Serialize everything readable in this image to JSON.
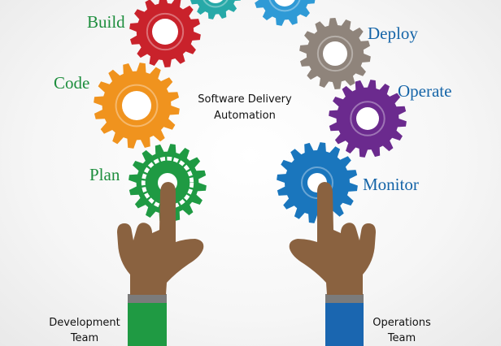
{
  "center_title_line1": "Software Delivery",
  "center_title_line2": "Automation",
  "stages": {
    "build": {
      "label": "Build",
      "color": "#c9222b",
      "icon": "build-gear-icon"
    },
    "code": {
      "label": "Code",
      "color": "#f0931e",
      "icon": "code-gear-icon"
    },
    "plan": {
      "label": "Plan",
      "color": "#1f9a43",
      "icon": "plan-gear-icon"
    },
    "deploy": {
      "label": "Deploy",
      "color": "#8f847b",
      "icon": "deploy-gear-icon"
    },
    "operate": {
      "label": "Operate",
      "color": "#6b2a8e",
      "icon": "operate-gear-icon"
    },
    "monitor": {
      "label": "Monitor",
      "color": "#1a76bd",
      "icon": "monitor-gear-icon"
    },
    "top_teal": {
      "color": "#27a9a8",
      "icon": "teal-gear-icon"
    },
    "top_blue": {
      "color": "#2f9ad6",
      "icon": "blue-gear-icon"
    }
  },
  "label_colors": {
    "left": "#1e8e3e",
    "right": "#1565a8"
  },
  "teams": {
    "development": {
      "line1": "Development",
      "line2": "Team",
      "sleeve_color": "#1f9a43"
    },
    "operations": {
      "line1": "Operations",
      "line2": "Team",
      "sleeve_color": "#1a66b0"
    }
  },
  "skin_color": "#8a6240",
  "cuff_color": "#7b7b7b"
}
